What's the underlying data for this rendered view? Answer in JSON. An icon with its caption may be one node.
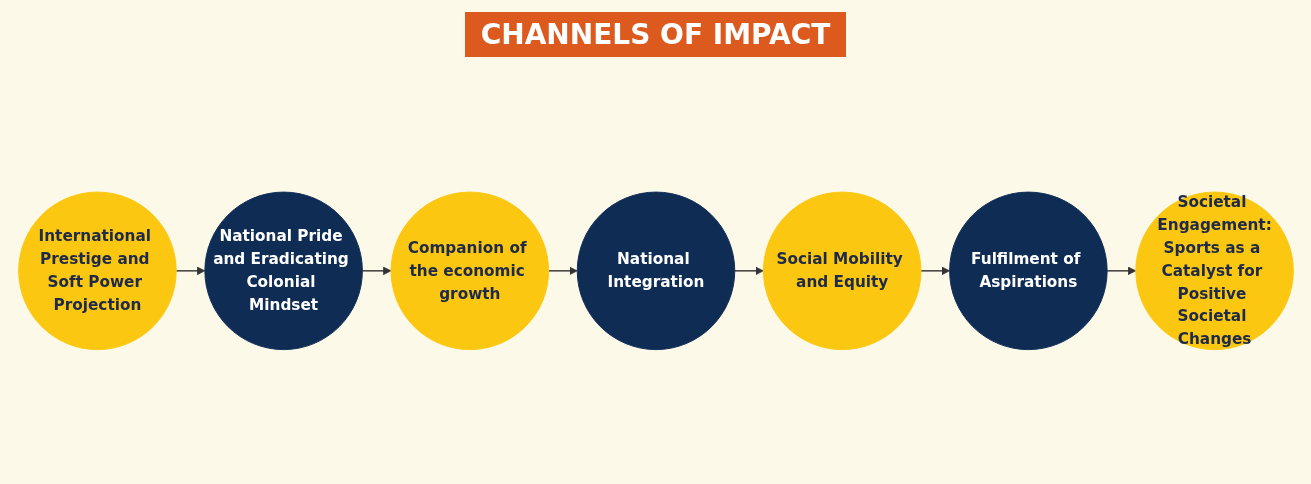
{
  "diagram": {
    "title": "CHANNELS OF IMPACT",
    "nodes": [
      {
        "text": [
          "International Prestige and Soft Power Projection"
        ]
      },
      {
        "text": [
          "National Pride and Eradicating Colonial Mindset"
        ]
      },
      {
        "text": [
          "Companion of the economic growth"
        ]
      },
      {
        "text": [
          "National Integration"
        ]
      },
      {
        "text": [
          "Social Mobility and Equity"
        ]
      },
      {
        "text": [
          "Fulfilment of Aspirations"
        ]
      },
      {
        "text": [
          "Societal Engagement:",
          "Sports as a Catalyst for Positive Societal Changes"
        ]
      }
    ],
    "edges": [
      {
        "from": 0,
        "to": 1,
        "arrow": "to"
      },
      {
        "from": 1,
        "to": 2,
        "arrow": "to"
      },
      {
        "from": 2,
        "to": 3,
        "arrow": "to"
      },
      {
        "from": 3,
        "to": 4,
        "arrow": "to"
      },
      {
        "from": 4,
        "to": 5,
        "arrow": "to"
      },
      {
        "from": 5,
        "to": 6,
        "arrow": "to"
      }
    ]
  }
}
